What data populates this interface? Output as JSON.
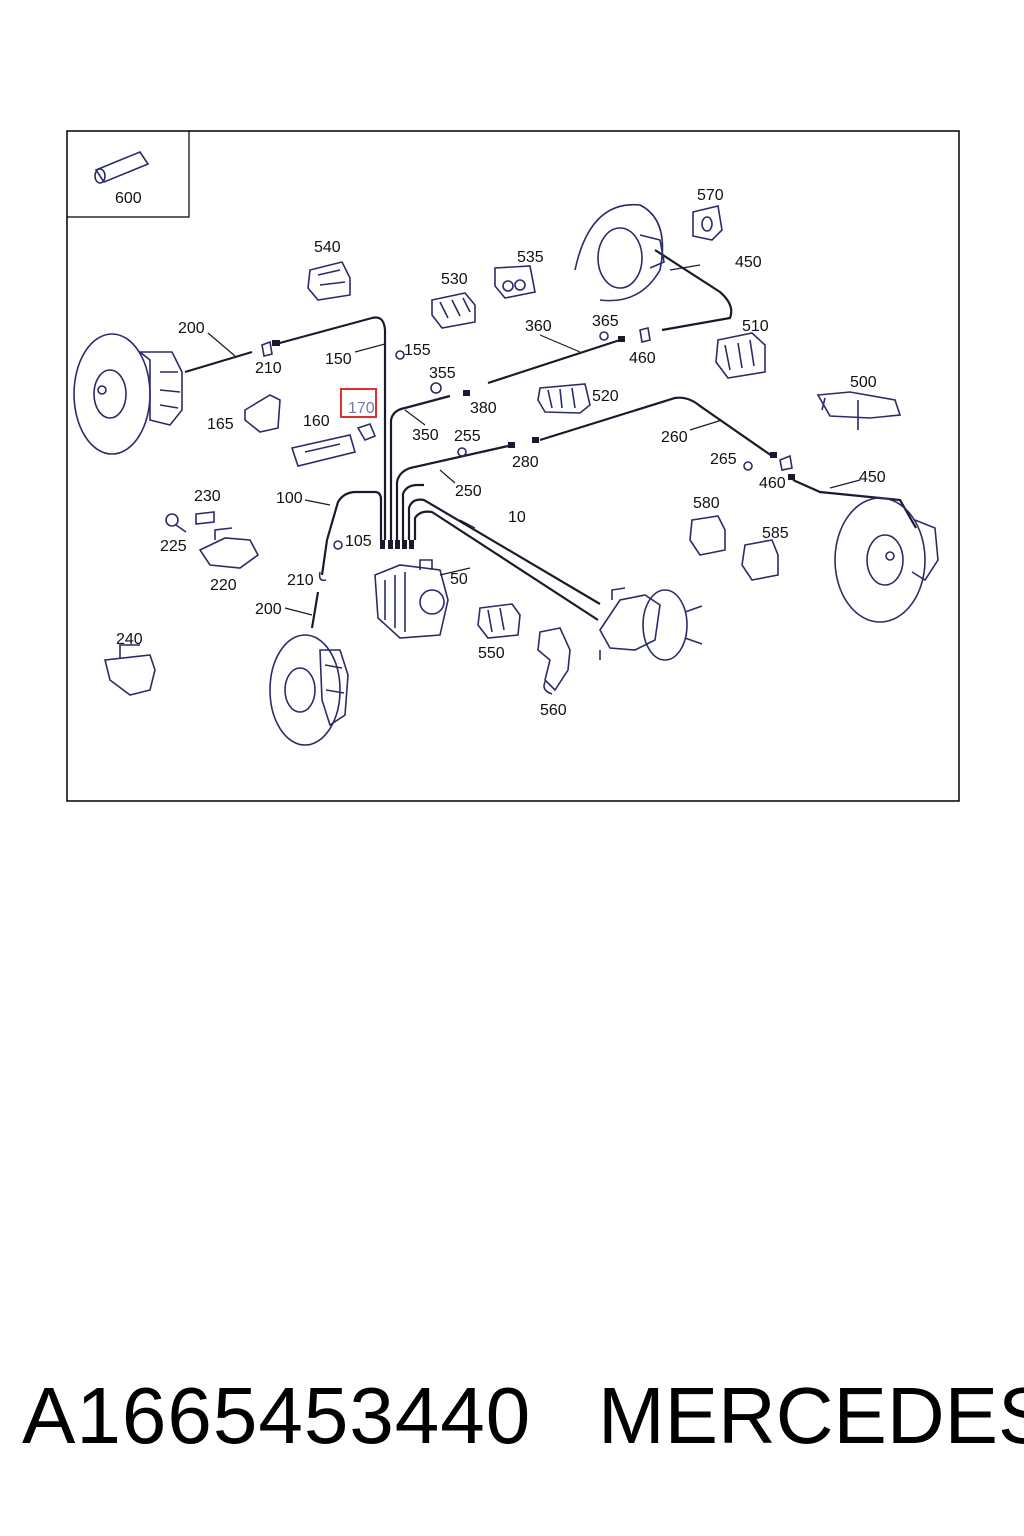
{
  "inset_label": "600",
  "callouts": {
    "c10": "10",
    "c50": "50",
    "c100": "100",
    "c105": "105",
    "c150": "150",
    "c155": "155",
    "c160": "160",
    "c165": "165",
    "c170": "170",
    "c200a": "200",
    "c200b": "200",
    "c210a": "210",
    "c210b": "210",
    "c220": "220",
    "c225": "225",
    "c230": "230",
    "c240": "240",
    "c250": "250",
    "c255": "255",
    "c260": "260",
    "c265": "265",
    "c280": "280",
    "c350": "350",
    "c355": "355",
    "c360": "360",
    "c365": "365",
    "c380": "380",
    "c450a": "450",
    "c450b": "450",
    "c460a": "460",
    "c460b": "460",
    "c500": "500",
    "c510": "510",
    "c520": "520",
    "c530": "530",
    "c535": "535",
    "c540": "540",
    "c550": "550",
    "c560": "560",
    "c570": "570",
    "c580": "580",
    "c585": "585"
  },
  "highlighted_callout": "170",
  "highlight_color": "#e03030",
  "line_color": "#2b2b6a",
  "footer": {
    "part_number": "A1665453440",
    "brand": "MERCEDES"
  }
}
